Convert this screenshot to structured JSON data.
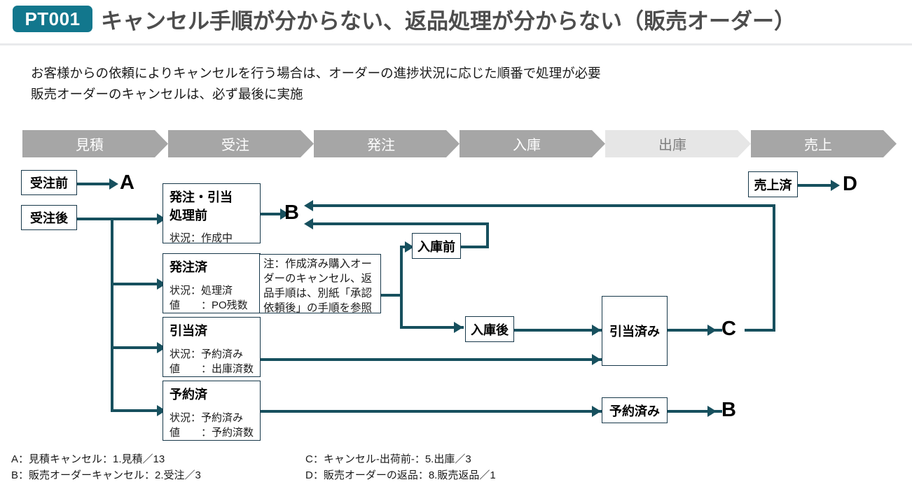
{
  "header": {
    "badge": "PT001",
    "title": "キャンセル手順が分からない、返品処理が分からない（販売オーダー）",
    "badge_color": "#12778d",
    "title_color": "#4d4d4d"
  },
  "lead": {
    "line1": "お客様からの依頼によりキャンセルを行う場合は、オーダーの進捗状況に応じた順番で処理が必要",
    "line2": "販売オーダーのキャンセルは、必ず最後に実施"
  },
  "stages": [
    {
      "label": "見積",
      "color": "#a6a6a6",
      "text_color": "#ffffff"
    },
    {
      "label": "受注",
      "color": "#a6a6a6",
      "text_color": "#ffffff"
    },
    {
      "label": "発注",
      "color": "#a6a6a6",
      "text_color": "#ffffff"
    },
    {
      "label": "入庫",
      "color": "#a6a6a6",
      "text_color": "#ffffff"
    },
    {
      "label": "出庫",
      "color": "#e6e6e6",
      "text_color": "#7f7f7f"
    },
    {
      "label": "売上",
      "color": "#a6a6a6",
      "text_color": "#ffffff"
    }
  ],
  "boxes": {
    "juchu_mae": {
      "label": "受注前"
    },
    "juchu_go": {
      "label": "受注後"
    },
    "hatchu_hikiate_mae": {
      "title_line1": "発注・引当",
      "title_line2": "処理前",
      "detail1": "状況：作成中"
    },
    "hatchu_zumi": {
      "title": "発注済",
      "detail1": "状況：処理済",
      "detail2": "値　　：PO残数"
    },
    "hikiate_zumi": {
      "title": "引当済",
      "detail1": "状況：予約済み",
      "detail2": "値　　：出庫済数"
    },
    "yoyaku_zumi": {
      "title": "予約済",
      "detail1": "状況：予約済み",
      "detail2": "値　　：予約済数"
    },
    "note": {
      "line1": "注：作成済み購入オー",
      "line2": "ダーのキャンセル、返",
      "line3": "品手順は、別紙「承認",
      "line4": "依頼後」の手順を参照"
    },
    "nyuko_mae": {
      "label": "入庫前"
    },
    "nyuko_go": {
      "label": "入庫後"
    },
    "hikiate_zumi_right": {
      "label": "引当済み"
    },
    "yoyaku_zumi_right": {
      "label": "予約済み"
    },
    "uriage_zumi": {
      "label": "売上済"
    }
  },
  "markers": {
    "a": "A",
    "b_top": "B",
    "c": "C",
    "b_bottom": "B",
    "d": "D"
  },
  "footnotes": {
    "left": [
      "A：見積キャンセル：1.見積／13",
      "B：販売オーダーキャンセル：2.受注／3"
    ],
    "right": [
      "C：キャンセル-出荷前-：5.出庫／3",
      "D：販売オーダーの返品：8.販売返品／1"
    ]
  },
  "theme": {
    "connector_color": "#17505e",
    "box_border": "#17384a"
  }
}
